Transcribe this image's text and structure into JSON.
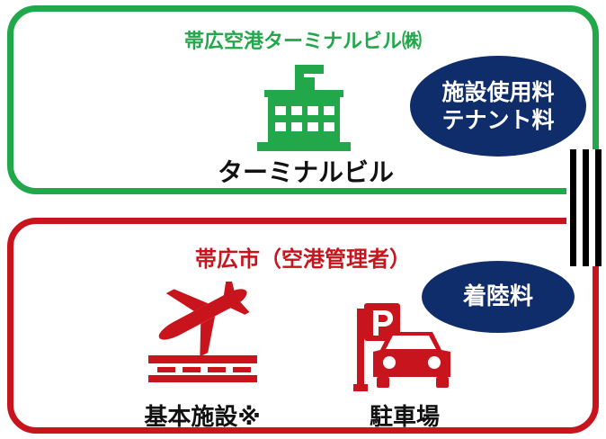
{
  "top_box": {
    "title": "帯広空港ターミナルビル㈱",
    "facility_label": "ターミナルビル",
    "fee_lines": [
      "施設使用料",
      "テナント料"
    ]
  },
  "bottom_box": {
    "title": "帯広市（空港管理者）",
    "fee_label": "着陸料",
    "facilities": [
      {
        "label": "基本施設※",
        "icon": "airplane-runway-icon"
      },
      {
        "label": "駐車場",
        "icon": "parking-car-icon"
      }
    ]
  },
  "colors": {
    "green": "#22a84a",
    "red": "#c8141d",
    "navy": "#0f2d6b"
  },
  "icons": {
    "terminal": "terminal-building-icon",
    "divider": "boundary-lines-icon"
  }
}
